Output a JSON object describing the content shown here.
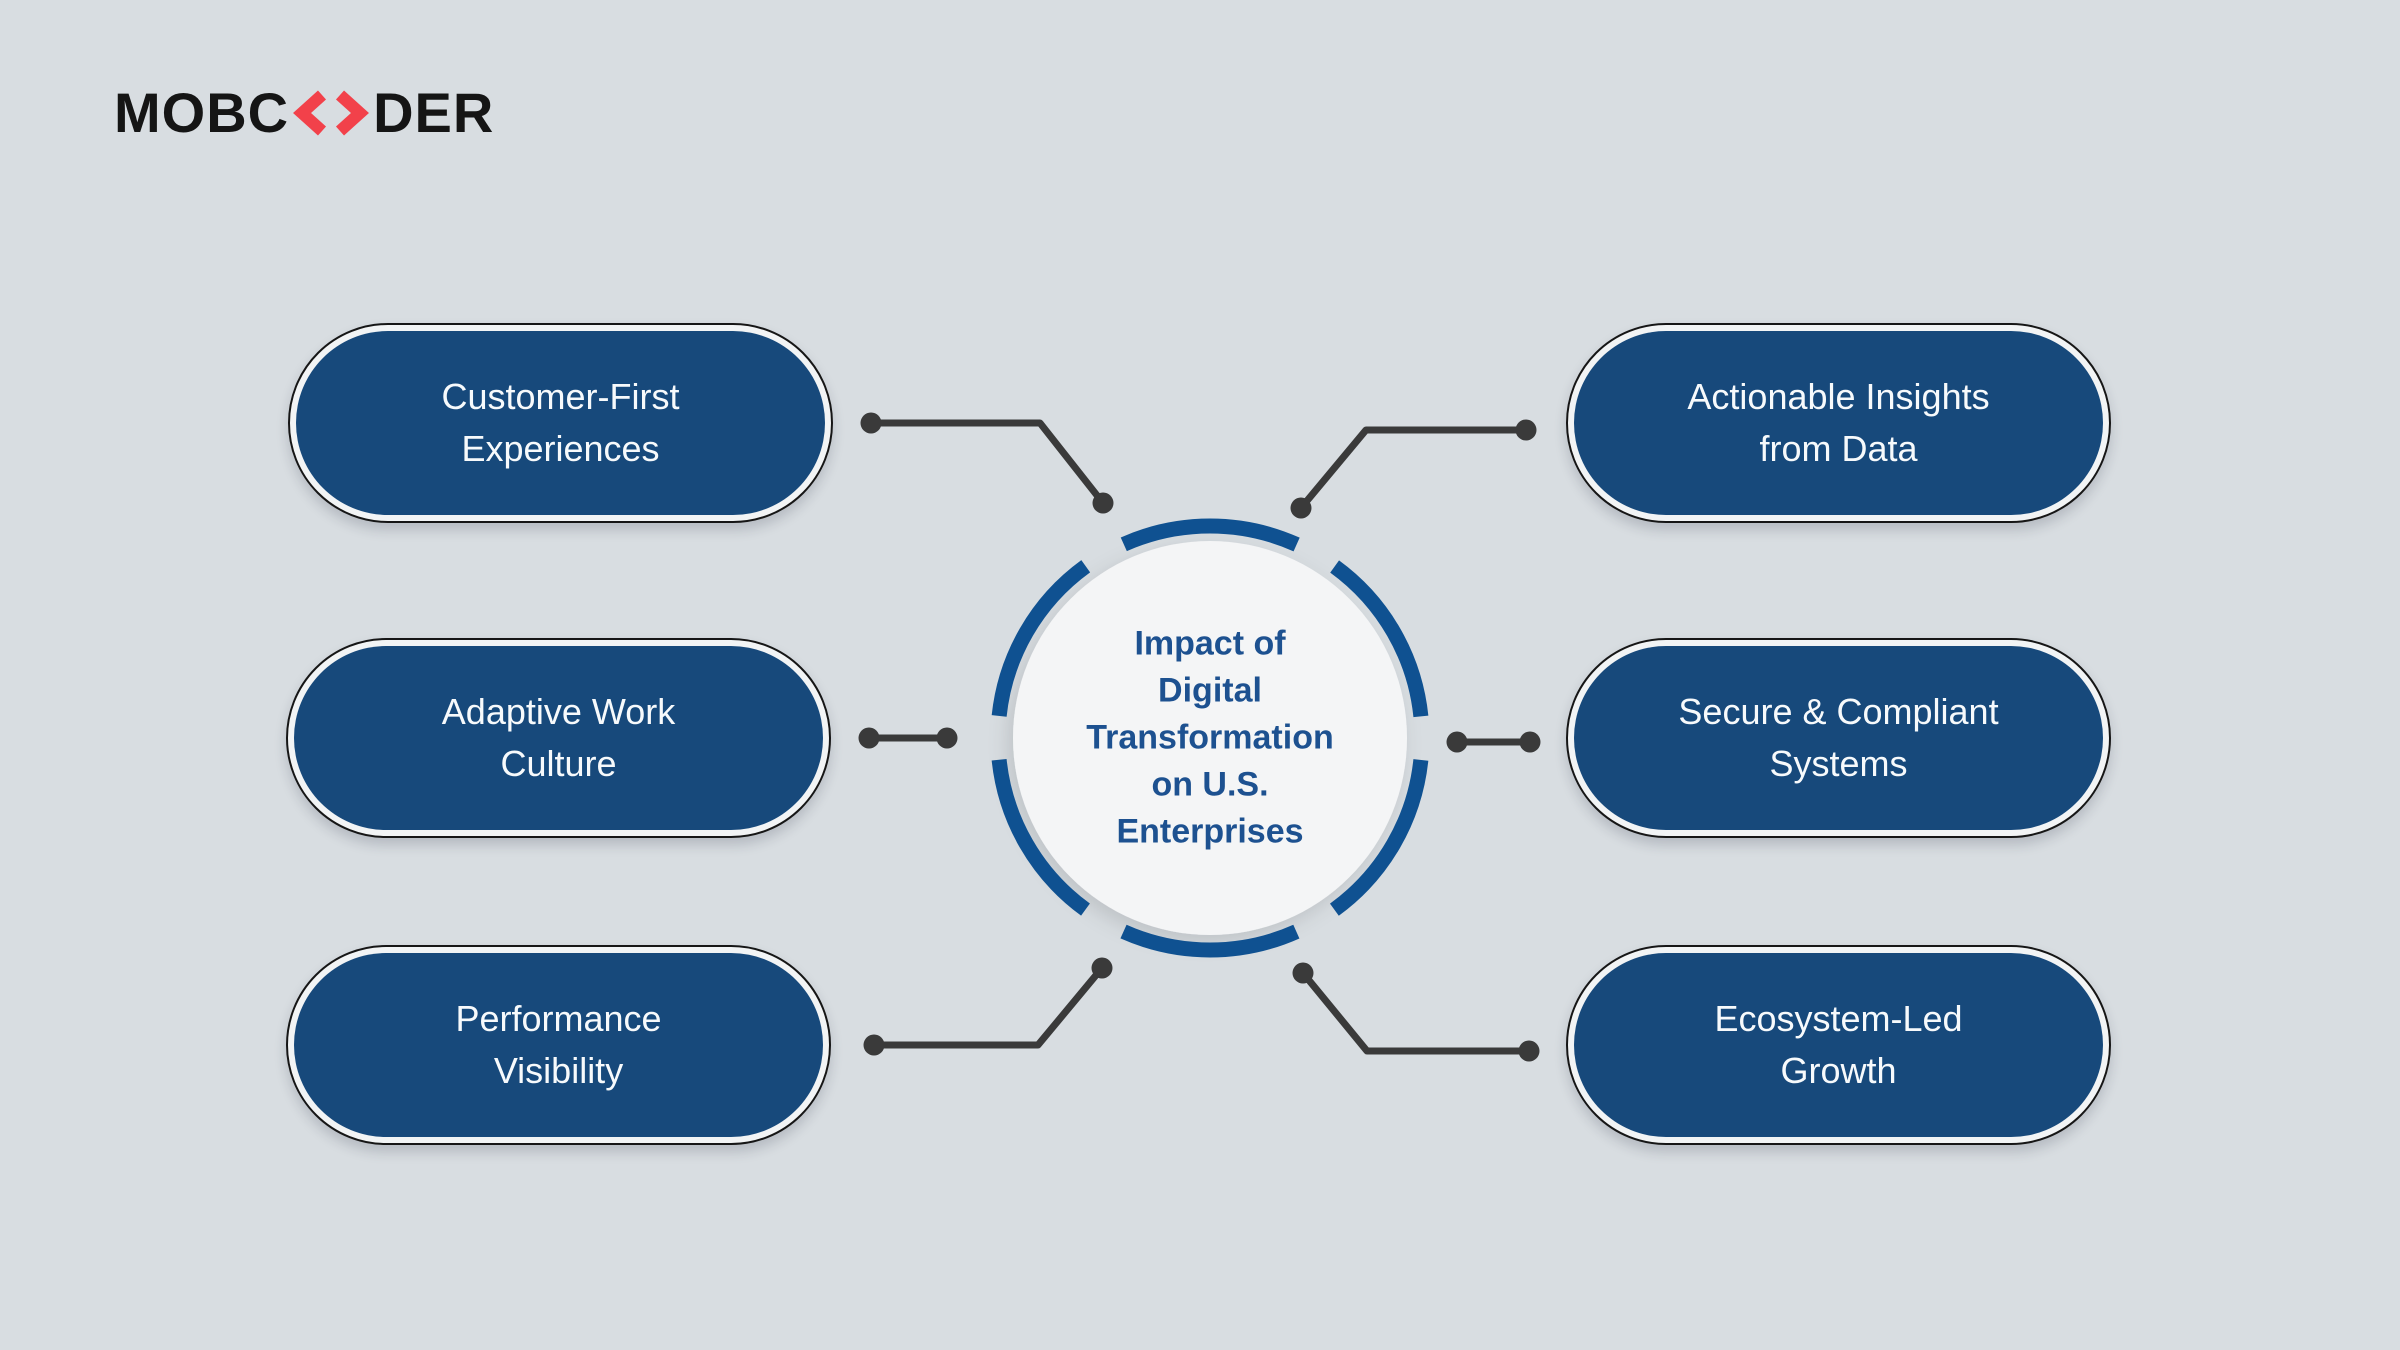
{
  "logo": {
    "text_before": "MOBC",
    "symbol": "code-brackets",
    "text_after": "DER"
  },
  "center": {
    "title": "Impact of Digital Transformation on U.S. Enterprises",
    "title_lines": [
      "Impact of",
      "Digital",
      "Transformation",
      "on U.S.",
      "Enterprises"
    ]
  },
  "nodes": {
    "left": [
      {
        "label": "Customer-First Experiences",
        "lines": [
          "Customer-First",
          "Experiences"
        ]
      },
      {
        "label": "Adaptive Work Culture",
        "lines": [
          "Adaptive Work",
          "Culture"
        ]
      },
      {
        "label": "Performance Visibility",
        "lines": [
          "Performance",
          "Visibility"
        ]
      }
    ],
    "right": [
      {
        "label": "Actionable Insights from Data",
        "lines": [
          "Actionable Insights",
          "from Data"
        ]
      },
      {
        "label": "Secure & Compliant Systems",
        "lines": [
          "Secure & Compliant",
          "Systems"
        ]
      },
      {
        "label": "Ecosystem-Led Growth",
        "lines": [
          "Ecosystem-Led",
          "Growth"
        ]
      }
    ]
  },
  "colors": {
    "pill_blue": "#17497b",
    "ring_blue": "#0f5191",
    "center_text": "#1d5190",
    "pill_text": "#f7fafc",
    "connector": "#3a3a3a",
    "background": "#d8dde1",
    "logo_red": "#f2414a",
    "logo_black": "#151515",
    "pill_outline": "#161616",
    "pill_gap": "#f2f4f5",
    "circle_fill": "#f4f5f6"
  }
}
